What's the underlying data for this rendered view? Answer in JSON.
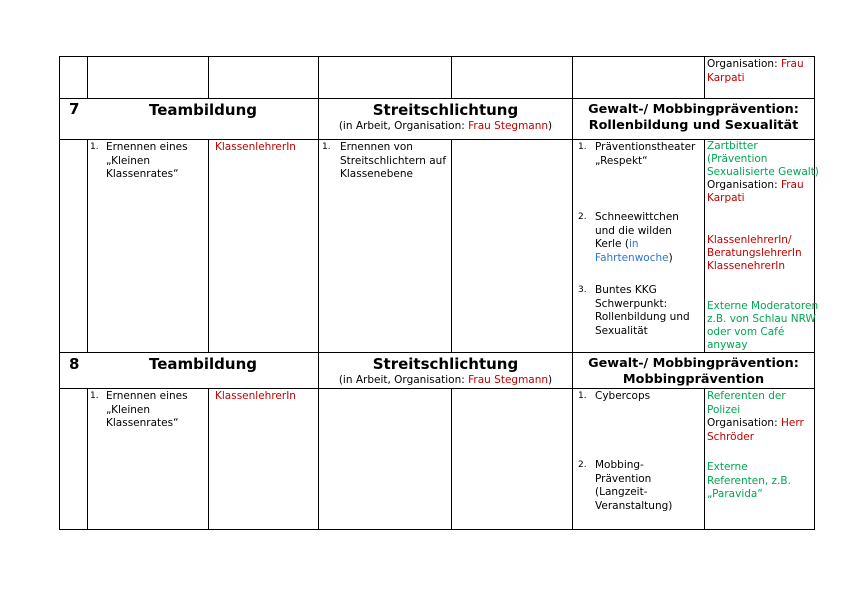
{
  "row_top": {
    "organisation_label": "Organisation:",
    "organisation_name_part1": "Frau",
    "organisation_name_part2": "Karpati"
  },
  "grade7": {
    "number": "7",
    "teambildung": "Teambildung",
    "streit_title": "Streitschlichtung",
    "streit_sub_prefix": "(in Arbeit, Organisation:",
    "streit_sub_name": "Frau Stegmann",
    "streit_sub_suffix": ")",
    "gewalt_title_line1": "Gewalt-/ Mobbingprävention:",
    "gewalt_title_line2": "Rollenbildung und Sexualität",
    "team_item_num": "1.",
    "team_item_lines": [
      "Ernennen eines",
      "„Kleinen",
      "Klassenrates“"
    ],
    "team_responsible": "KlassenlehrerIn",
    "streit_item_num": "1.",
    "streit_item_lines": [
      "Ernennen von",
      "Streitschlichtern auf",
      "Klassenebene"
    ],
    "gewalt_items": [
      {
        "num": "1.",
        "lines": [
          "Präventionstheater",
          "„Respekt“"
        ]
      },
      {
        "num": "2.",
        "lines": [
          "Schneewittchen",
          "und die wilden",
          "Kerle (",
          "in",
          "Fahrtenwoche",
          ")"
        ]
      },
      {
        "num": "3.",
        "lines": [
          "Buntes KKG",
          "Schwerpunkt:",
          "Rollenbildung und",
          "Sexualität"
        ]
      }
    ],
    "resp1_lines": [
      "Zartbitter",
      "(Prävention",
      "Sexualisierte Gewalt)"
    ],
    "resp1_org_label": "Organisation:",
    "resp1_org_name1": "Frau",
    "resp1_org_name2": "Karpati",
    "resp2_lines": [
      "KlassenlehrerIn/",
      "BeratungslehrerIn",
      "KlassenehrerIn"
    ],
    "resp3_lines": [
      "Externe Moderatoren",
      "z.B. von Schlau NRW",
      "oder vom Café",
      "anyway"
    ]
  },
  "grade8": {
    "number": "8",
    "teambildung": "Teambildung",
    "streit_title": "Streitschlichtung",
    "streit_sub_prefix": "(in Arbeit, Organisation:",
    "streit_sub_name": "Frau Stegmann",
    "streit_sub_suffix": ")",
    "gewalt_title_line1": "Gewalt-/ Mobbingprävention:",
    "gewalt_title_line2": "Mobbingprävention",
    "team_item_num": "1.",
    "team_item_lines": [
      "Ernennen eines",
      "„Kleinen",
      "Klassenrates“"
    ],
    "team_responsible": "KlassenlehrerIn",
    "gewalt_items": [
      {
        "num": "1.",
        "lines": [
          "Cybercops"
        ]
      },
      {
        "num": "2.",
        "lines": [
          "Mobbing-",
          "Prävention",
          "(Langzeit-",
          "Veranstaltung)"
        ]
      }
    ],
    "resp1_lines": [
      "Referenten der",
      "Polizei"
    ],
    "resp1_org_label": "Organisation:",
    "resp1_org_name1": "Herr",
    "resp1_org_name2": "Schröder",
    "resp2_lines": [
      "Externe",
      "Referenten, z.B.",
      "„Paravida“"
    ]
  }
}
